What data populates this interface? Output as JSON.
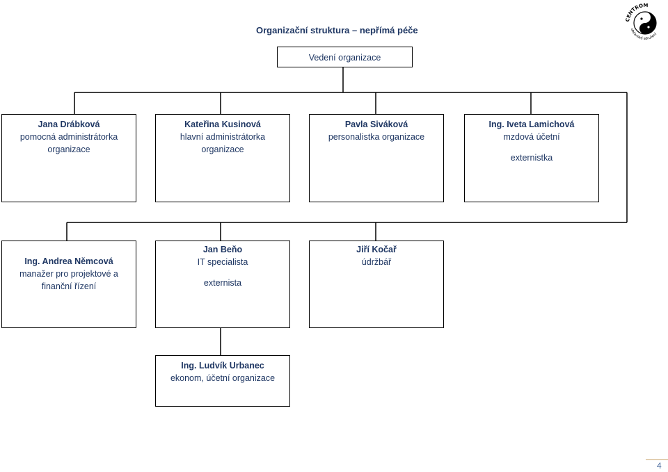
{
  "title": "Organizační struktura – nepřímá péče",
  "root": {
    "label": "Vedení organizace"
  },
  "nodes": {
    "drabkova": {
      "name": "Jana Drábková",
      "role_line1": "pomocná administrátorka",
      "role_line2": "organizace"
    },
    "kusinova": {
      "name": "Kateřina Kusinová",
      "role_line1": "hlavní administrátorka",
      "role_line2": "organizace"
    },
    "sivakova": {
      "name": "Pavla Siváková",
      "role_line1": "personalistka organizace"
    },
    "lamichova": {
      "name": "Ing. Iveta Lamichová",
      "role_line1": "mzdová účetní",
      "extra": "externistka"
    },
    "nemcova": {
      "name": "Ing. Andrea Němcová",
      "role_line1": "manažer pro projektové a",
      "role_line2": "finanční řízení"
    },
    "beno": {
      "name": "Jan Beňo",
      "role_line1": "IT specialista",
      "extra": "externista"
    },
    "kocar": {
      "name": "Jiří Kočař",
      "role_line1": "údržbář"
    },
    "urbanec": {
      "name": "Ing. Ludvík Urbanec",
      "role_line1": "ekonom, účetní organizace"
    }
  },
  "logo": {
    "text_top": "CENTROM",
    "text_bottom": "občanské sdružení",
    "icon": "yin-yang-face-logo"
  },
  "footer": {
    "page_number": "4"
  },
  "colors": {
    "text": "#1f3763",
    "lines": "#000000",
    "accent": "#c9a36b"
  }
}
